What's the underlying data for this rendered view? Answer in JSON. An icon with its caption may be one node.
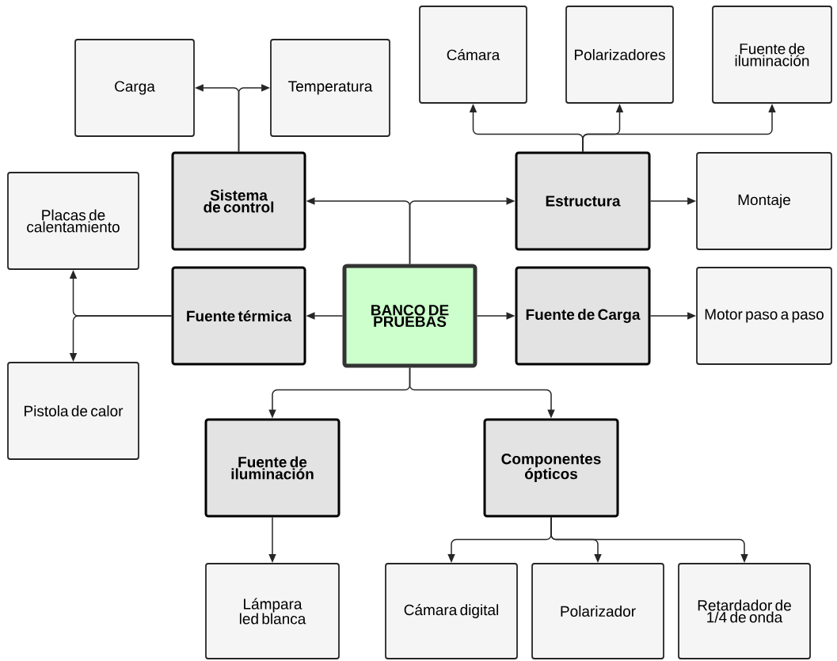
{
  "diagram": {
    "nodes": [
      {
        "text": [
          "Cámara"
        ]
      },
      {
        "text": [
          "Polarizadores"
        ]
      },
      {
        "text": [
          "Fuente de iluminación"
        ]
      },
      {
        "text": [
          "Carga"
        ]
      },
      {
        "text": [
          "Temperatura"
        ]
      },
      {
        "text": [
          "Sistema de control"
        ]
      },
      {
        "text": [
          "Estructura"
        ]
      },
      {
        "text": [
          "Montaje"
        ]
      },
      {
        "text": [
          "Placas de calentamiento"
        ]
      },
      {
        "text": [
          "Fuente térmica"
        ]
      },
      {
        "text": [
          "BANCO DE PRUEBAS"
        ]
      },
      {
        "text": [
          "Fuente de Carga"
        ]
      },
      {
        "text": [
          "Motor paso a paso"
        ]
      },
      {
        "text": [
          "Pistola de calor"
        ]
      },
      {
        "text": [
          "Fuente de iluminación"
        ]
      },
      {
        "text": [
          "Componentes ópticos"
        ]
      },
      {
        "text": [
          "Lámpara led blanca"
        ]
      },
      {
        "text": [
          "Cámara digital"
        ]
      },
      {
        "text": [
          "Polarizador"
        ]
      },
      {
        "text": [
          "Retardador de 1/4 de onda"
        ]
      }
    ],
    "edges": [
      {
        "from": 10,
        "to": 5,
        "arrow": "to"
      },
      {
        "from": 10,
        "to": 6,
        "arrow": "to"
      },
      {
        "from": 10,
        "to": 9,
        "arrow": "to"
      },
      {
        "from": 10,
        "to": 11,
        "arrow": "to"
      },
      {
        "from": 10,
        "to": 14,
        "arrow": "to"
      },
      {
        "from": 10,
        "to": 15,
        "arrow": "to"
      },
      {
        "from": 5,
        "to": 3,
        "arrow": "to"
      },
      {
        "from": 5,
        "to": 4,
        "arrow": "to"
      },
      {
        "from": 6,
        "to": 0,
        "arrow": "to"
      },
      {
        "from": 6,
        "to": 1,
        "arrow": "to"
      },
      {
        "from": 6,
        "to": 2,
        "arrow": "to"
      },
      {
        "from": 6,
        "to": 7,
        "arrow": "to"
      },
      {
        "from": 9,
        "to": 8,
        "arrow": "to"
      },
      {
        "from": 9,
        "to": 13,
        "arrow": "to"
      },
      {
        "from": 11,
        "to": 12,
        "arrow": "to"
      },
      {
        "from": 14,
        "to": 16,
        "arrow": "to"
      },
      {
        "from": 15,
        "to": 17,
        "arrow": "to"
      },
      {
        "from": 15,
        "to": 18,
        "arrow": "to"
      },
      {
        "from": 15,
        "to": 19,
        "arrow": "to"
      }
    ]
  }
}
